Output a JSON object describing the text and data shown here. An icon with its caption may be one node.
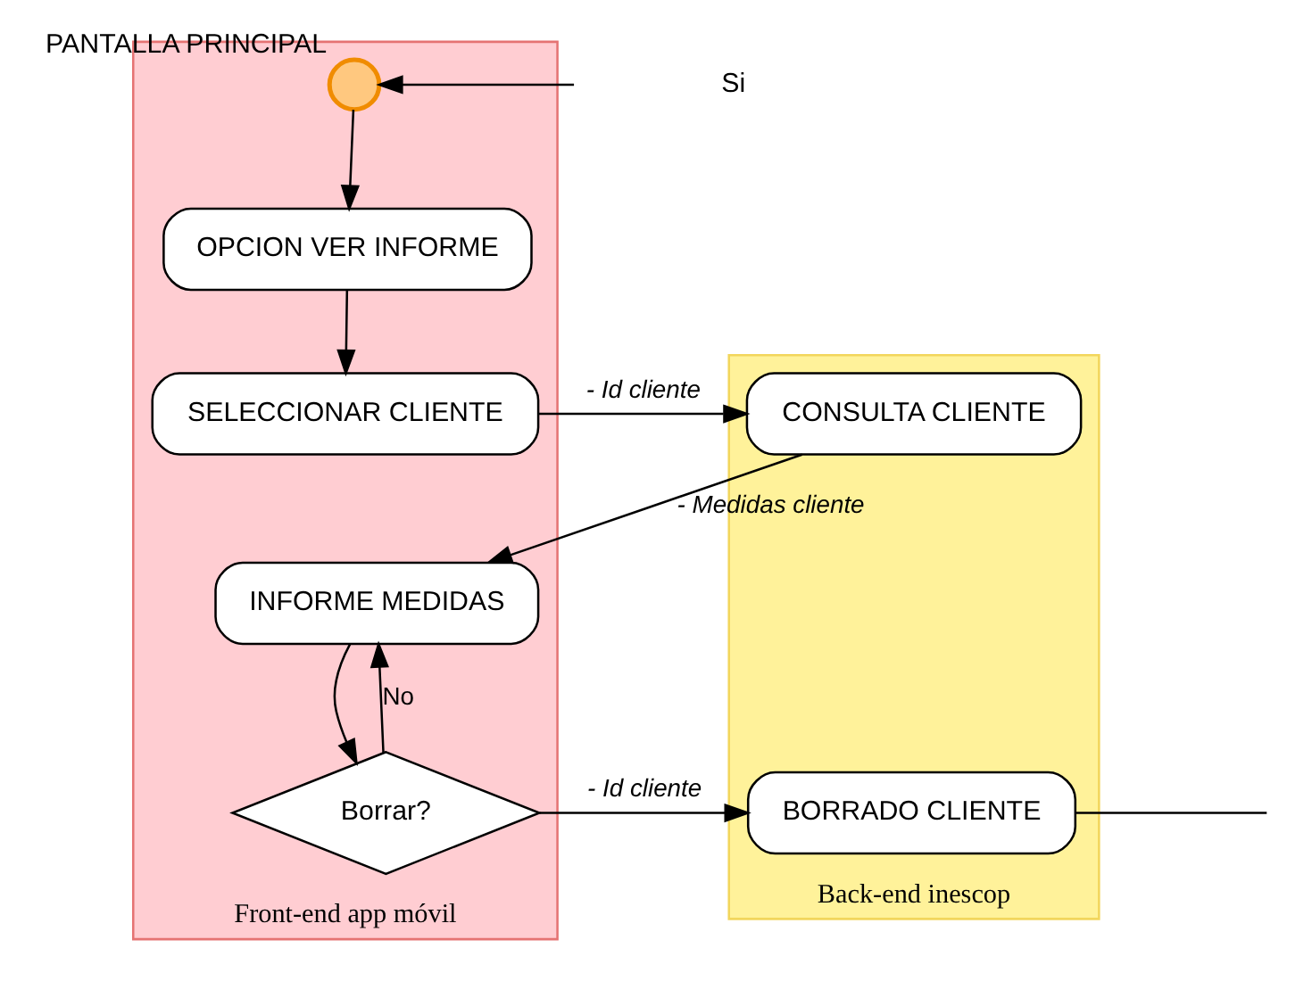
{
  "diagram": {
    "nodes": [
      {
        "text": [
          "Front-end app móvil"
        ]
      },
      {
        "text": [
          "Back-end inescop"
        ]
      },
      {
        "text": [],
        "shape": "circle",
        "beside": [
          "PANTALLA PRINCIPAL"
        ],
        "in": 0
      },
      {
        "text": [
          "OPCION VER INFORME"
        ],
        "in": 0
      },
      {
        "text": [
          "SELECCIONAR CLIENTE"
        ],
        "in": 0
      },
      {
        "text": [
          "INFORME MEDIDAS"
        ],
        "in": 0
      },
      {
        "text": [
          "Borrar?"
        ],
        "in": 0
      },
      {
        "text": [
          "CONSULTA CLIENTE"
        ],
        "in": 1
      },
      {
        "text": [
          "BORRADO CLIENTE"
        ],
        "in": 1
      }
    ],
    "edges": [
      {
        "from": 2,
        "to": 3,
        "arrow": "to"
      },
      {
        "from": 3,
        "to": 4,
        "arrow": "to"
      },
      {
        "from": 4,
        "to": 7,
        "arrow": "to",
        "label": "- Id cliente"
      },
      {
        "from": 7,
        "to": 5,
        "arrow": "to",
        "label": "- Medidas cliente"
      },
      {
        "from": 5,
        "to": 6,
        "arrow": "to"
      },
      {
        "from": 6,
        "to": 5,
        "arrow": "to",
        "label": "No"
      },
      {
        "from": 6,
        "to": 8,
        "arrow": "to",
        "label": "- Id cliente"
      },
      {
        "from": 8,
        "to": null,
        "arrow": "none"
      },
      {
        "from": null,
        "to": 2,
        "arrow": "to"
      }
    ],
    "labels": [
      "Si"
    ]
  }
}
